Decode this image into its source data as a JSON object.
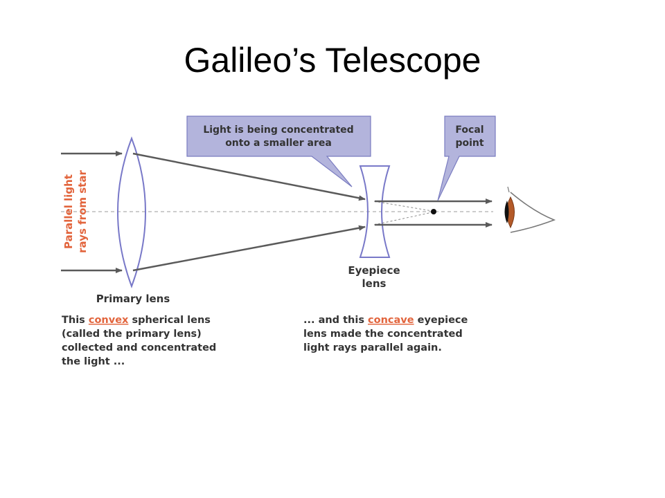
{
  "title": "Galileo’s Telescope",
  "colors": {
    "ray": "#5a5a5a",
    "lens": "#7878c8",
    "callout_fill": "#b3b4dc",
    "callout_stroke": "#7a7cc0",
    "accent": "#e2643c",
    "eye_brown": "#b45a28",
    "text": "#333333"
  },
  "diagram": {
    "side_label": {
      "line1": "Parallel light",
      "line2": "rays from star"
    },
    "callout_concentrated": {
      "line1": "Light is being concentrated",
      "line2": "onto a smaller area"
    },
    "callout_focal": {
      "line1": "Focal",
      "line2": "point"
    },
    "primary_lens_label": "Primary lens",
    "eyepiece_label": {
      "line1": "Eyepiece",
      "line2": "lens"
    },
    "caption_left": {
      "line1_prefix": "This ",
      "line1_keyword": "convex",
      "line1_suffix": " spherical lens",
      "line2": "(called the primary lens)",
      "line3": "collected and concentrated",
      "line4": "the light ..."
    },
    "caption_right": {
      "line1_prefix": "... and this ",
      "line1_keyword": "concave",
      "line1_suffix": " eyepiece",
      "line2": "lens made the concentrated",
      "line3": "light rays parallel again."
    }
  }
}
